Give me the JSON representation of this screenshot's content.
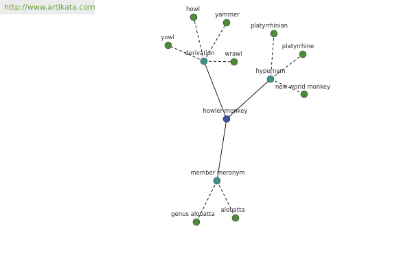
{
  "watermark": "http://www.artikata.com",
  "root": "howler monkey",
  "relations": [
    {
      "label": "derivation",
      "terms": [
        "howl",
        "yammer",
        "yowl",
        "wrawl"
      ]
    },
    {
      "label": "hypernym",
      "terms": [
        "platyrrhinian",
        "platyrrhine",
        "new world monkey"
      ]
    },
    {
      "label": "member meronym",
      "terms": [
        "genus alouatta",
        "alouatta"
      ]
    }
  ],
  "colors": {
    "root": "#41509a",
    "relation": "#3f8f8a",
    "term": "#4d8a3e"
  }
}
